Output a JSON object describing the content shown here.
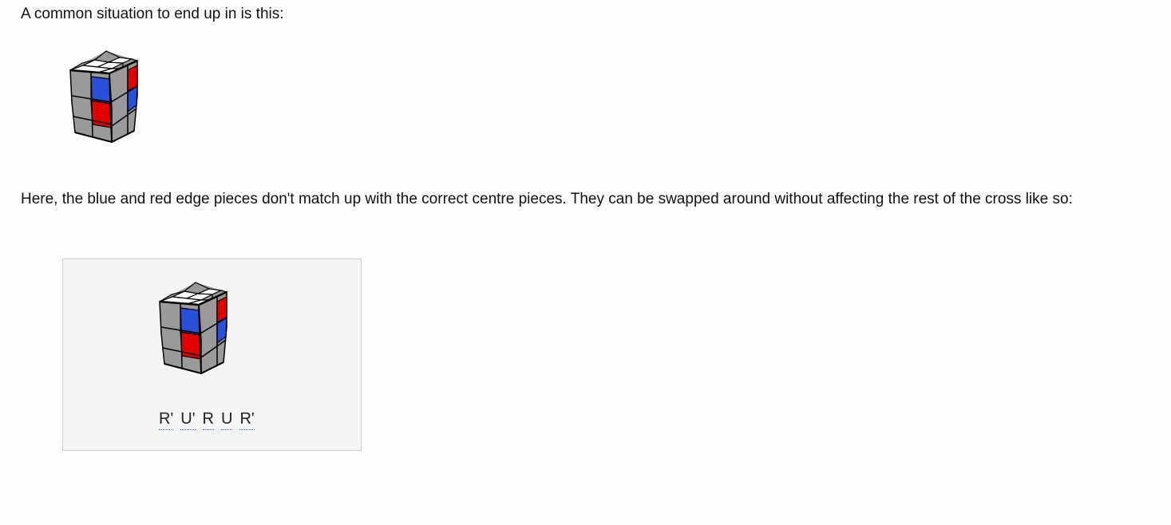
{
  "content": {
    "intro_text": "A common situation to end up in is this:",
    "explain_text": "Here, the blue and red edge pieces don't match up with the correct centre pieces. They can be swapped around without affecting the rest of the cross like so:"
  },
  "algorithm": {
    "moves": [
      "R'",
      "U'",
      "R",
      "U",
      "R'"
    ]
  },
  "cube_colors": {
    "white": "#ffffff",
    "gray": "#9a9a9a",
    "blue": "#2a4fd8",
    "red": "#e00000",
    "edge": "#000000"
  }
}
